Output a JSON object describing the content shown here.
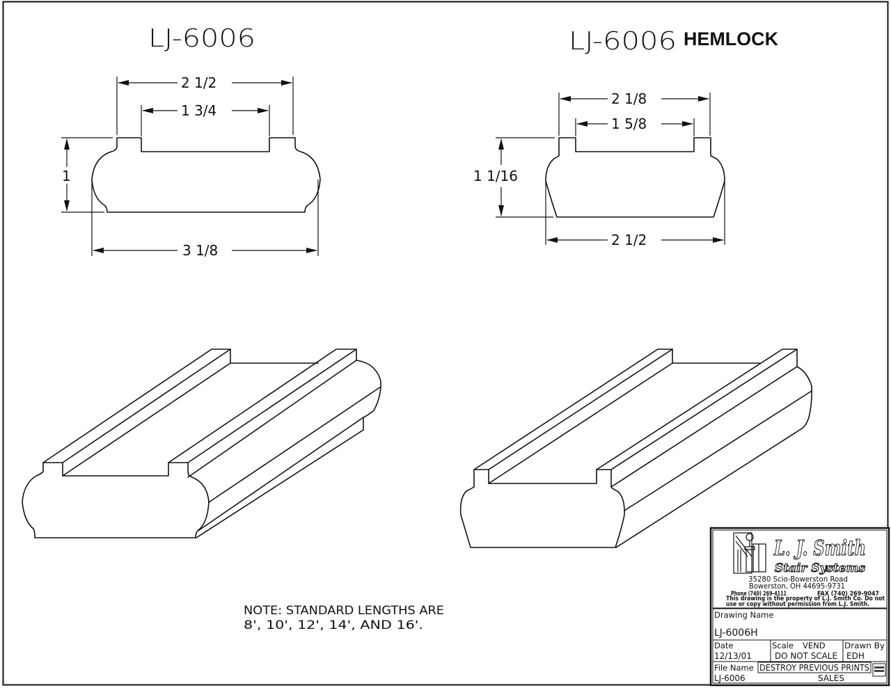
{
  "drawing": {
    "left_view": {
      "title": "LJ-6006",
      "dimensions": {
        "top_width": "2 1/2",
        "groove_width": "1 3/4",
        "height": "1",
        "bottom_width": "3 1/8"
      }
    },
    "right_view": {
      "title": "LJ-6006",
      "title_suffix": "HEMLOCK",
      "dimensions": {
        "top_width": "2 1/8",
        "groove_width": "1 5/8",
        "height": "1 1/16",
        "bottom_width": "2 1/2"
      }
    },
    "note": {
      "line1": "NOTE: STANDARD LENGTHS ARE",
      "line2": "8', 10', 12', 14', AND 16'."
    }
  },
  "title_block": {
    "company_line1": "L. J. Smith",
    "company_line2": "Stair Systems",
    "address_line1": "35280 Scio-Bowerston Road",
    "address_line2": "Bowerston, OH 44695-9731",
    "phone": "Phone (740) 269-4111",
    "fax": "FAX (740) 269-9047",
    "disclaimer_line1": "This drawing is the property of L.J. Smith Co. Do not",
    "disclaimer_line2": "use or copy without permission from L.J. Smith.",
    "drawing_name_label": "Drawing Name",
    "drawing_name": "LJ-6006H",
    "date_label": "Date",
    "date": "12/13/01",
    "scale_label": "Scale",
    "scale_value": "VEND",
    "scale_note": "DO NOT SCALE",
    "drawn_by_label": "Drawn By",
    "drawn_by": "EDH",
    "file_name_label": "File Name",
    "file_name": "LJ-6006",
    "destroy_notice": "DESTROY PREVIOUS PRINTS",
    "department": "SALES"
  },
  "colors": {
    "ink": "#111111",
    "paper": "#ffffff"
  }
}
